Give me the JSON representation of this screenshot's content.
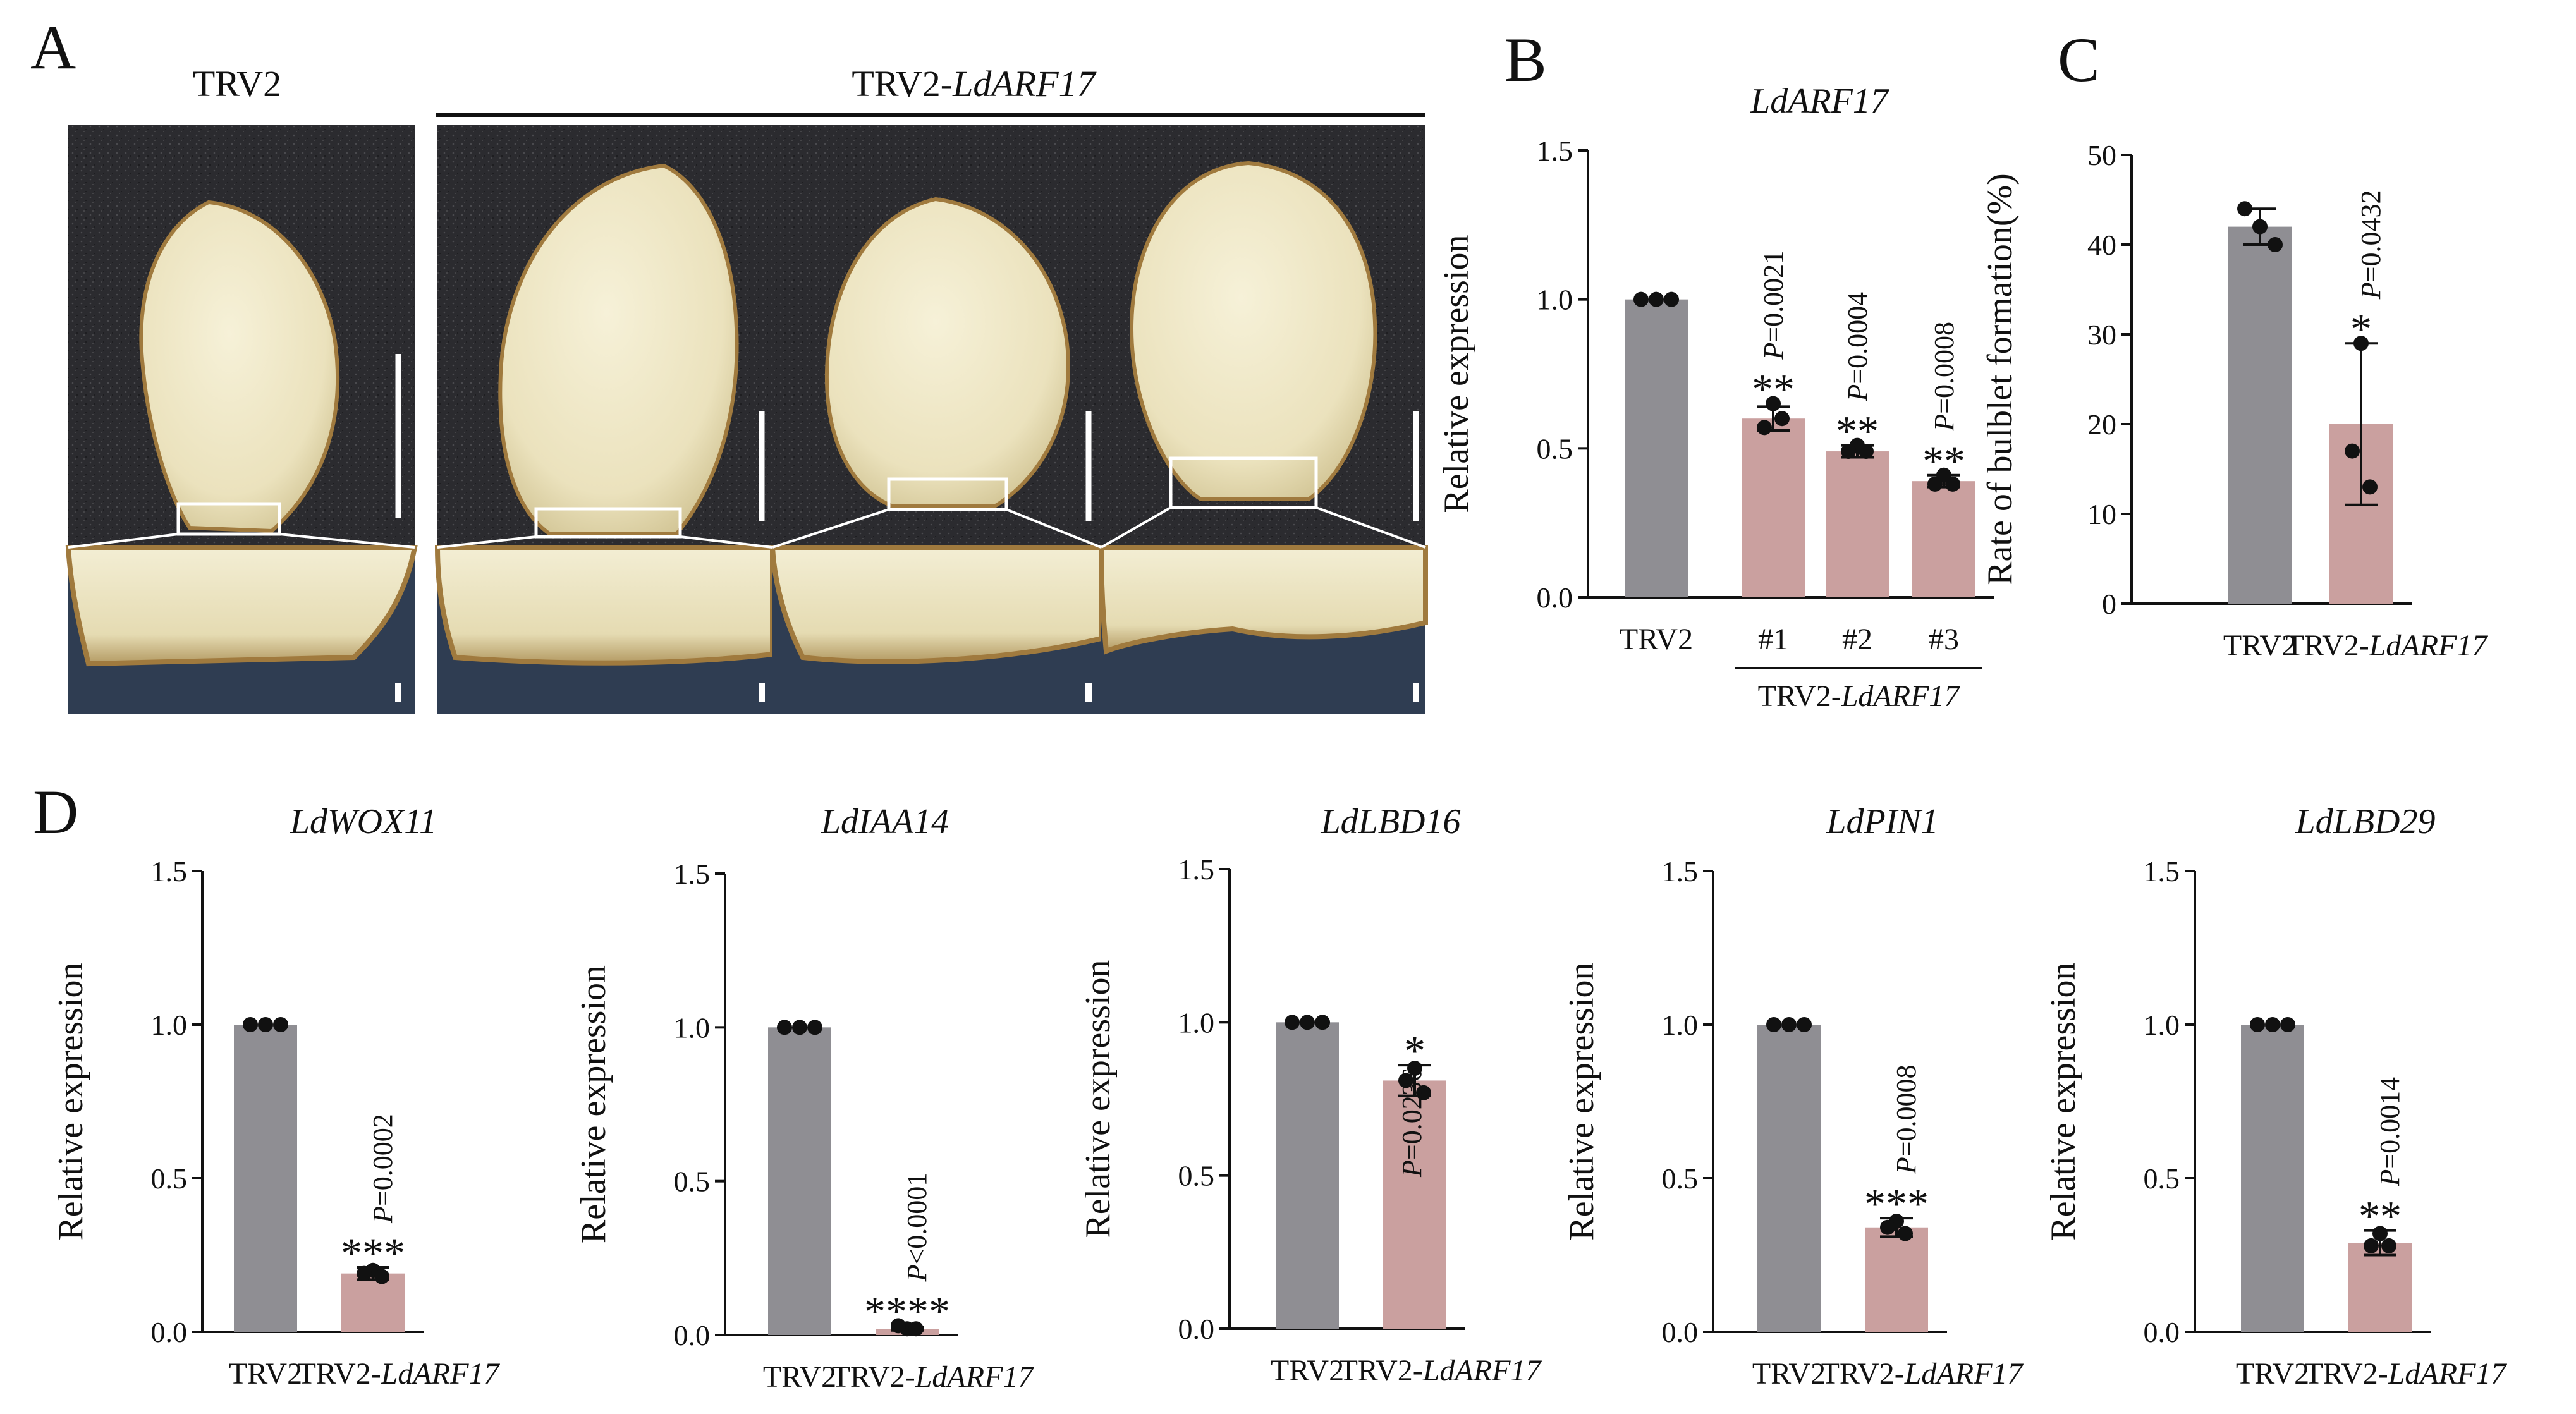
{
  "panel_labels": [
    "A",
    "B",
    "C",
    "D"
  ],
  "photo_panel": {
    "group_labels": {
      "control": "TRV2",
      "silenced_prefix": "TRV2-",
      "silenced_gene": "LdARF17"
    }
  },
  "colors": {
    "control_bar": "#8f8e93",
    "treatment_bar": "#caa09f",
    "photo_background": "#2a2a2e",
    "scale_bar": "#ffffff"
  },
  "chart_data": [
    {
      "panel": "B",
      "type": "bar",
      "title": "LdARF17",
      "ylabel": "Relative expression",
      "ylim": [
        0,
        1.5
      ],
      "yticks": [
        "0.0",
        "0.5",
        "1.0",
        "1.5"
      ],
      "categories": [
        "TRV2",
        "#1",
        "#2",
        "#3"
      ],
      "values": [
        1.0,
        0.6,
        0.49,
        0.39
      ],
      "errors": [
        0,
        0.04,
        0.02,
        0.02
      ],
      "points": [
        [
          1.0,
          1.0,
          1.0
        ],
        [
          0.65,
          0.57,
          0.6
        ],
        [
          0.51,
          0.49,
          0.49
        ],
        [
          0.41,
          0.38,
          0.38
        ]
      ],
      "significance": [
        "",
        "**",
        "**",
        "**"
      ],
      "pvalues": [
        "",
        "P=0.0021",
        "P=0.0004",
        "P=0.0008"
      ],
      "group_label": "TRV2-LdARF17"
    },
    {
      "panel": "C",
      "type": "bar",
      "title": "",
      "ylabel": "Rate of bulblet formation(%)",
      "ylim": [
        0,
        50
      ],
      "yticks": [
        "0",
        "10",
        "20",
        "30",
        "40",
        "50"
      ],
      "categories": [
        "TRV2",
        "TRV2-LdARF17"
      ],
      "values": [
        42,
        20
      ],
      "errors": [
        2,
        9
      ],
      "points": [
        [
          44,
          42,
          40
        ],
        [
          29,
          17,
          13
        ]
      ],
      "significance": [
        "",
        "*"
      ],
      "pvalues": [
        "",
        "P=0.0432"
      ]
    },
    {
      "panel": "D",
      "type": "bar",
      "title": "LdWOX11",
      "ylabel": "Relative expression",
      "ylim": [
        0,
        1.5
      ],
      "yticks": [
        "0.0",
        "0.5",
        "1.0",
        "1.5"
      ],
      "categories": [
        "TRV2",
        "TRV2-LdARF17"
      ],
      "values": [
        1.0,
        0.19
      ],
      "errors": [
        0,
        0.02
      ],
      "points": [
        [
          1.0,
          1.0,
          1.0
        ],
        [
          0.2,
          0.19,
          0.18
        ]
      ],
      "significance": [
        "",
        "***"
      ],
      "pvalues": [
        "",
        "P=0.0002"
      ]
    },
    {
      "panel": "D",
      "type": "bar",
      "title": "LdIAA14",
      "ylabel": "Relative expression",
      "ylim": [
        0,
        1.5
      ],
      "yticks": [
        "0.0",
        "0.5",
        "1.0",
        "1.5"
      ],
      "categories": [
        "TRV2",
        "TRV2-LdARF17"
      ],
      "values": [
        1.0,
        0.02
      ],
      "errors": [
        0,
        0.005
      ],
      "points": [
        [
          1.0,
          1.0,
          1.0
        ],
        [
          0.02,
          0.03,
          0.02
        ]
      ],
      "significance": [
        "",
        "****"
      ],
      "pvalues": [
        "",
        "P<0.0001"
      ]
    },
    {
      "panel": "D",
      "type": "bar",
      "title": "LdLBD16",
      "ylabel": "Relative expression",
      "ylim": [
        0,
        1.5
      ],
      "yticks": [
        "0.0",
        "0.5",
        "1.0",
        "1.5"
      ],
      "categories": [
        "TRV2",
        "TRV2-LdARF17"
      ],
      "values": [
        1.0,
        0.81
      ],
      "errors": [
        0,
        0.05
      ],
      "points": [
        [
          1.0,
          1.0,
          1.0
        ],
        [
          0.85,
          0.81,
          0.77
        ]
      ],
      "significance": [
        "",
        "*"
      ],
      "pvalues": [
        "",
        "P=0.0236"
      ]
    },
    {
      "panel": "D",
      "type": "bar",
      "title": "LdPIN1",
      "ylabel": "Relative expression",
      "ylim": [
        0,
        1.5
      ],
      "yticks": [
        "0.0",
        "0.5",
        "1.0",
        "1.5"
      ],
      "categories": [
        "TRV2",
        "TRV2-LdARF17"
      ],
      "values": [
        1.0,
        0.34
      ],
      "errors": [
        0,
        0.03
      ],
      "points": [
        [
          1.0,
          1.0,
          1.0
        ],
        [
          0.36,
          0.34,
          0.32
        ]
      ],
      "significance": [
        "",
        "***"
      ],
      "pvalues": [
        "",
        "P=0.0008"
      ]
    },
    {
      "panel": "D",
      "type": "bar",
      "title": "LdLBD29",
      "ylabel": "Relative expression",
      "ylim": [
        0,
        1.5
      ],
      "yticks": [
        "0.0",
        "0.5",
        "1.0",
        "1.5"
      ],
      "categories": [
        "TRV2",
        "TRV2-LdARF17"
      ],
      "values": [
        1.0,
        0.29
      ],
      "errors": [
        0,
        0.04
      ],
      "points": [
        [
          1.0,
          1.0,
          1.0
        ],
        [
          0.32,
          0.28,
          0.28
        ]
      ],
      "significance": [
        "",
        "**"
      ],
      "pvalues": [
        "",
        "P=0.0014"
      ]
    }
  ]
}
